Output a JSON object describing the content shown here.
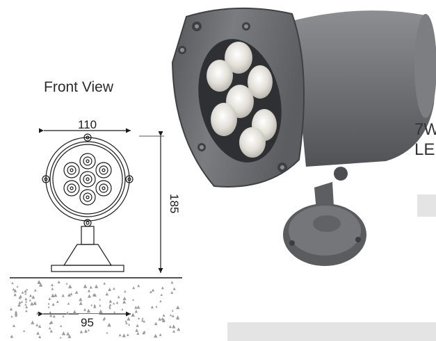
{
  "drawing": {
    "title": "Front View",
    "dimensions": {
      "width": "110",
      "height": "185",
      "base": "95"
    }
  },
  "product": {
    "title_line1": "7W",
    "title_line2": "LE"
  },
  "colors": {
    "line": "#1a1a1a",
    "housing": "#6b6d70",
    "housing_dark": "#4a4c4f",
    "lens": "#e9e8e2",
    "placeholder_bar": "#e4e4e4",
    "ground_speckle": "#9a9a9a"
  }
}
